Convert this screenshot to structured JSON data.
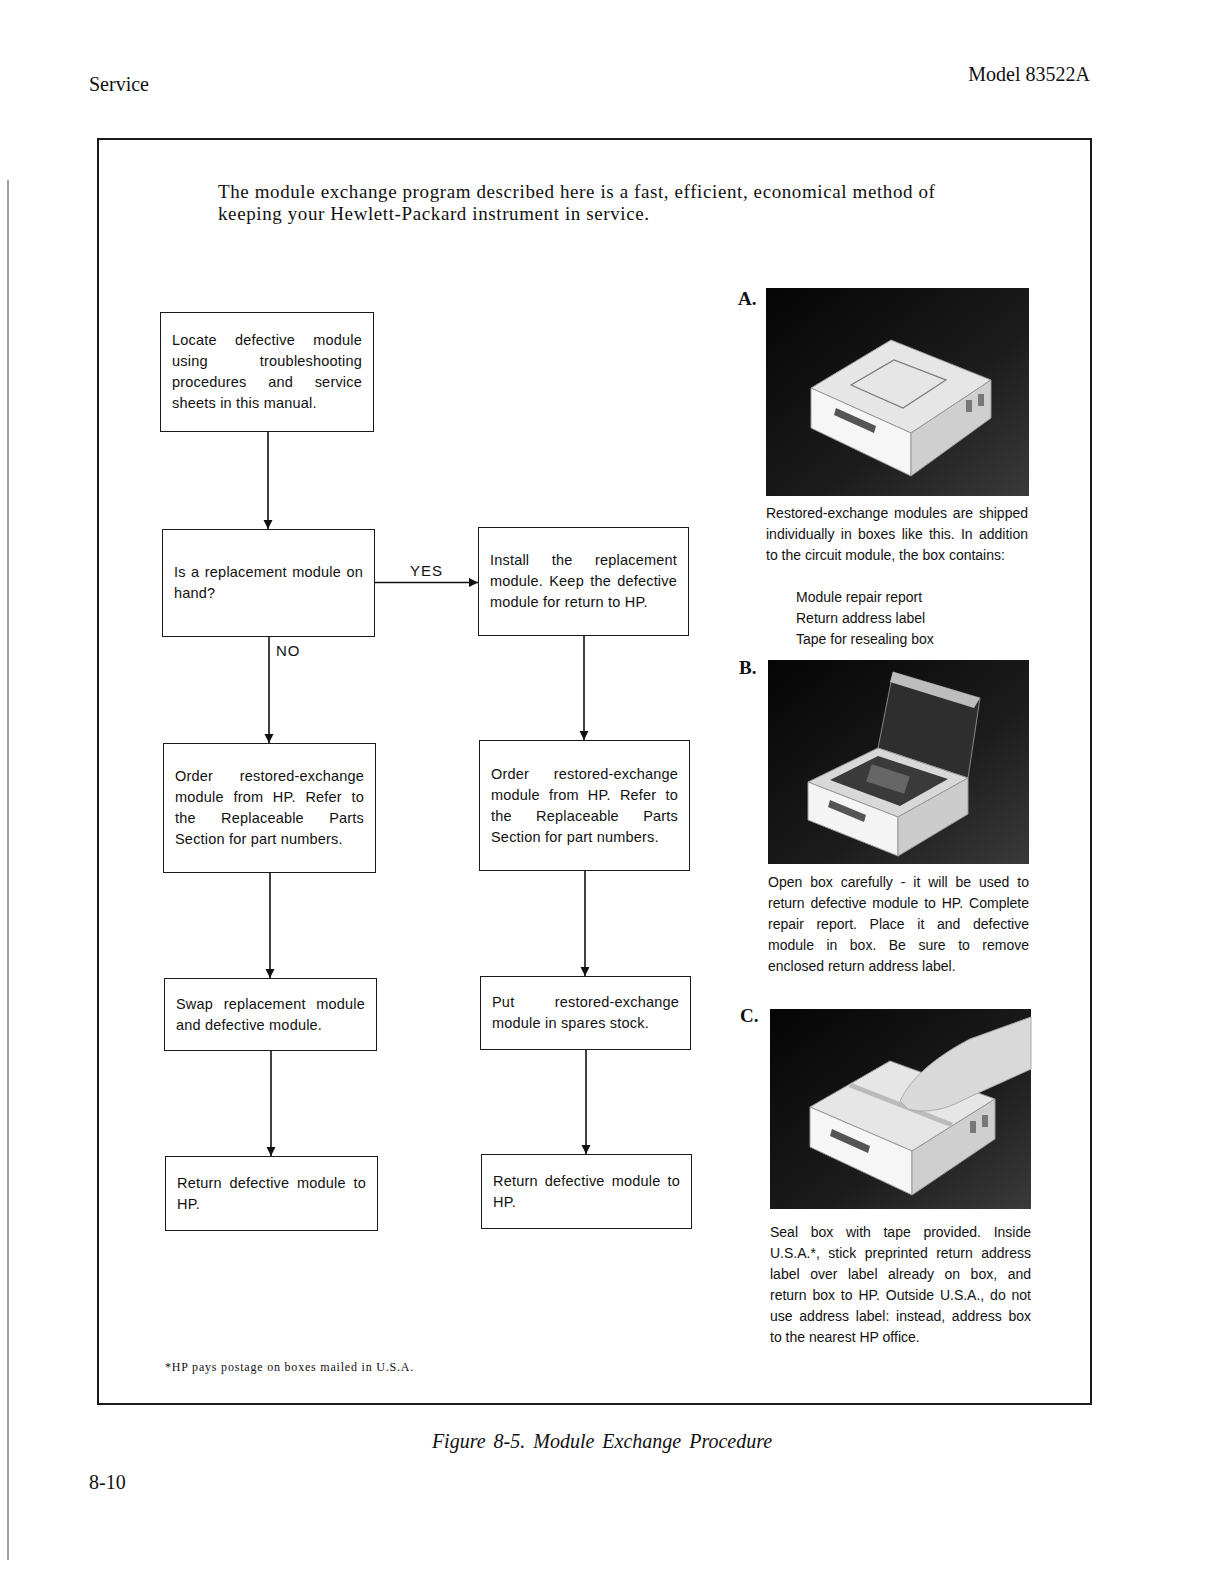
{
  "diagram": {
    "caption": "Figure 8-5. Module Exchange Procedure",
    "nodes": [
      {
        "text": [
          "Locate defective module using troubleshooting procedures and service sheets in this manual."
        ]
      },
      {
        "text": [
          "Is a replacement module on hand?"
        ]
      },
      {
        "text": [
          "Install the replacement module. Keep the defective module for return to HP."
        ]
      },
      {
        "text": [
          "Order restored-exchange module from HP. Refer to the Replaceable Parts Section for part numbers."
        ]
      },
      {
        "text": [
          "Order restored-exchange module from HP. Refer to the Replaceable Parts Section for part numbers."
        ]
      },
      {
        "text": [
          "Swap replacement module and defective module."
        ]
      },
      {
        "text": [
          "Put restored-exchange module in spares stock."
        ]
      },
      {
        "text": [
          "Return defective module to HP."
        ]
      },
      {
        "text": [
          "Return defective module to HP."
        ]
      }
    ],
    "edges": [
      {
        "from": 0,
        "to": 1,
        "arrow": "to"
      },
      {
        "from": 1,
        "to": 2,
        "label": "YES",
        "arrow": "to"
      },
      {
        "from": 1,
        "to": 3,
        "label": "NO",
        "arrow": "to"
      },
      {
        "from": 2,
        "to": 4,
        "arrow": "to"
      },
      {
        "from": 3,
        "to": 5,
        "arrow": "to"
      },
      {
        "from": 4,
        "to": 6,
        "arrow": "to"
      },
      {
        "from": 5,
        "to": 7,
        "arrow": "to"
      },
      {
        "from": 6,
        "to": 8,
        "arrow": "to"
      }
    ],
    "labels": [
      "Service",
      "Model 83522A",
      "The module exchange program described here is a fast, efficient, economical method of keeping your Hewlett-Packard instrument in service.",
      "A.",
      "Restored-exchange modules are shipped individually in boxes like this. In addition to the circuit module, the box contains:",
      "Module repair report",
      "Return address label",
      "Tape for resealing box",
      "B.",
      "Open box carefully - it will be used to return defective module to HP. Complete repair report. Place it and defective module in box. Be sure to remove enclosed return address label.",
      "C.",
      "Seal box with tape provided. Inside U.S.A.*, stick preprinted return address label over label already on box, and return box to HP. Outside U.S.A., do not use address label: instead, address box to the nearest HP office.",
      "*HP pays postage on boxes mailed in U.S.A.",
      "8-10"
    ]
  }
}
